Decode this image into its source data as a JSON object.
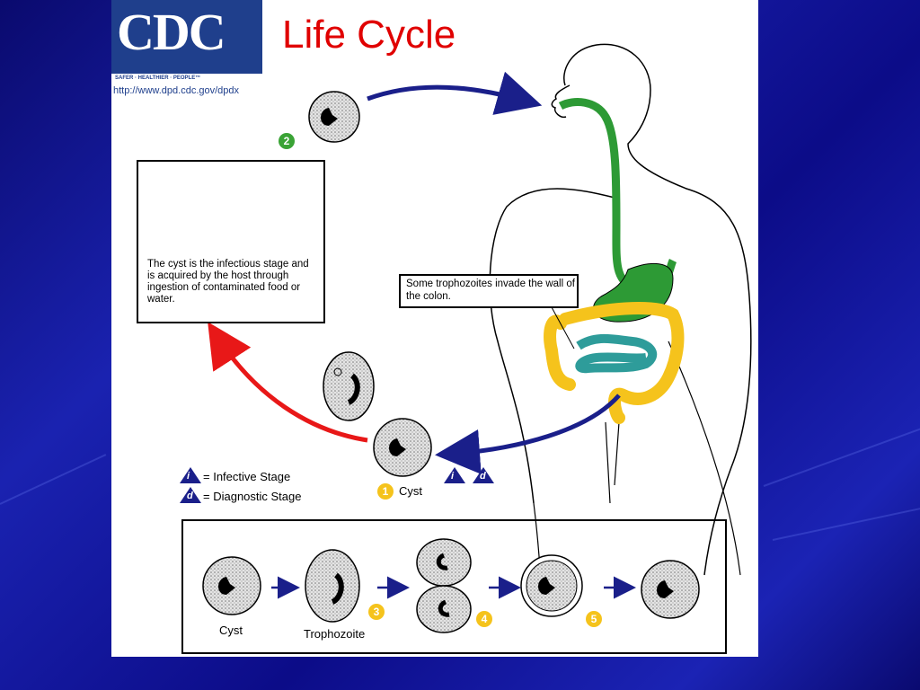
{
  "header": {
    "logo_text": "CDC",
    "logo_tagline": "SAFER · HEALTHIER · PEOPLE™",
    "url": "http://www.dpd.cdc.gov/dpdx",
    "title": "Life Cycle"
  },
  "infective_box": {
    "text": "The cyst is the infectious stage and is acquired by the host through ingestion of contaminated food or water."
  },
  "colon_note": {
    "text": "Some trophozoites invade the wall of the colon."
  },
  "legend": {
    "infective": "= Infective Stage",
    "diagnostic": "= Diagnostic Stage",
    "infective_symbol": "i",
    "diagnostic_symbol": "d"
  },
  "stages": {
    "cyst_label_main": "Cyst",
    "step1": "1",
    "step2": "2",
    "step3": "3",
    "step4": "4",
    "step5": "5",
    "cyst_label": "Cyst",
    "trophozoite_label": "Trophozoite"
  },
  "colors": {
    "title": "#e00000",
    "logo_bg": "#1f3f8c",
    "arrow_blue": "#1a1f8a",
    "arrow_red": "#e81818",
    "esophagus": "#2d9a35",
    "small_intestine": "#2e9c9a",
    "colon": "#f5c31c"
  }
}
